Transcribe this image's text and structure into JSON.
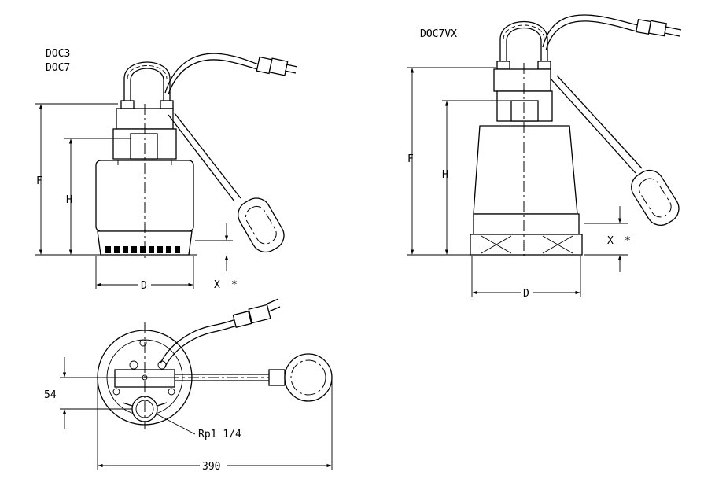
{
  "labels": {
    "model_left_1": "DOC3",
    "model_left_2": "DOC7",
    "model_right": "DOC7VX",
    "dim_f": "F",
    "dim_h": "H",
    "dim_d": "D",
    "dim_x": "X",
    "asterisk": "*",
    "dim_54": "54",
    "thread": "Rp1 1/4",
    "dim_390": "390"
  }
}
